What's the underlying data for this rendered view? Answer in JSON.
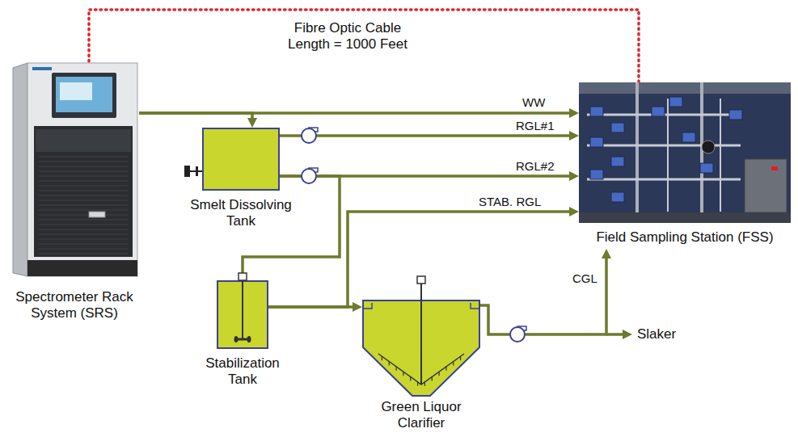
{
  "diagram": {
    "nodes": [
      {
        "text": [
          "Spectrometer Rack System (SRS)"
        ]
      },
      {
        "text": [
          "Field Sampling Station (FSS)"
        ]
      },
      {
        "text": [
          "Smelt Dissolving Tank"
        ]
      },
      {
        "text": [
          "Stabilization Tank"
        ]
      },
      {
        "text": [
          "Green Liquor Clarifier"
        ]
      }
    ],
    "edges": [
      {
        "from": 0,
        "to": 1,
        "arrow": "none",
        "label": "Fibre Optic Cable Length = 1000 Feet"
      },
      {
        "from": 0,
        "to": 1,
        "arrow": "to",
        "label": "WW"
      },
      {
        "from": 0,
        "to": 2,
        "arrow": "to"
      },
      {
        "from": 2,
        "to": 1,
        "arrow": "to",
        "label": "RGL#1"
      },
      {
        "from": 2,
        "to": 1,
        "arrow": "to",
        "label": "RGL#2"
      },
      {
        "from": 2,
        "to": 3,
        "arrow": "none"
      },
      {
        "from": 3,
        "to": 1,
        "arrow": "to",
        "label": "STAB. RGL"
      },
      {
        "from": 3,
        "to": 4,
        "arrow": "to"
      },
      {
        "from": 4,
        "to": 1,
        "arrow": "to",
        "label": "CGL"
      }
    ],
    "labels": [
      "Slaker"
    ]
  }
}
